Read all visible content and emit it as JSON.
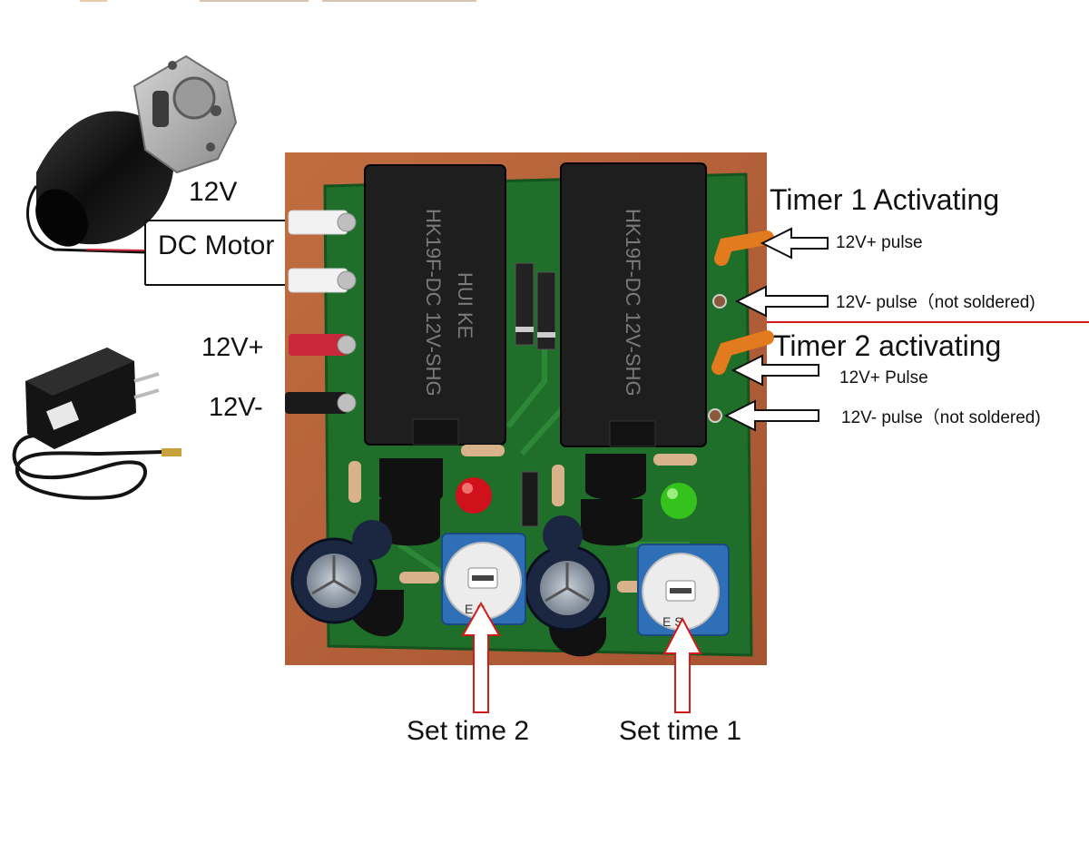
{
  "labels": {
    "motor_voltage": "12V",
    "motor_name": "DC Motor",
    "supply_plus": "12V+",
    "supply_minus": "12V-",
    "timer1_title": "Timer 1 Activating",
    "timer1_plus": "12V+ pulse",
    "timer1_minus": "12V- pulse（not soldered)",
    "timer2_title": "Timer 2 activating",
    "timer2_plus": "12V+ Pulse",
    "timer2_minus": "12V- pulse（not soldered)",
    "set_time_2": "Set time 2",
    "set_time_1": "Set time 1"
  },
  "components": {
    "relay1_marking": "HK19F-DC 12V-SHG",
    "relay2_marking": "HK19F-DC 12V-SHG",
    "relay_brand": "HUI KE",
    "trimmer_marking": "E S"
  },
  "colors": {
    "pcb_green": "#1f6e2a",
    "board_bg": "#b7643a",
    "relay_black": "#1e1e1e",
    "wire_white": "#f2f2f2",
    "wire_red": "#c8283a",
    "wire_orange": "#e27b1d",
    "led_red": "#d0101a",
    "led_green": "#35c21c",
    "trimmer_blue": "#2f6fb8",
    "callout_red": "#d11a1a"
  }
}
